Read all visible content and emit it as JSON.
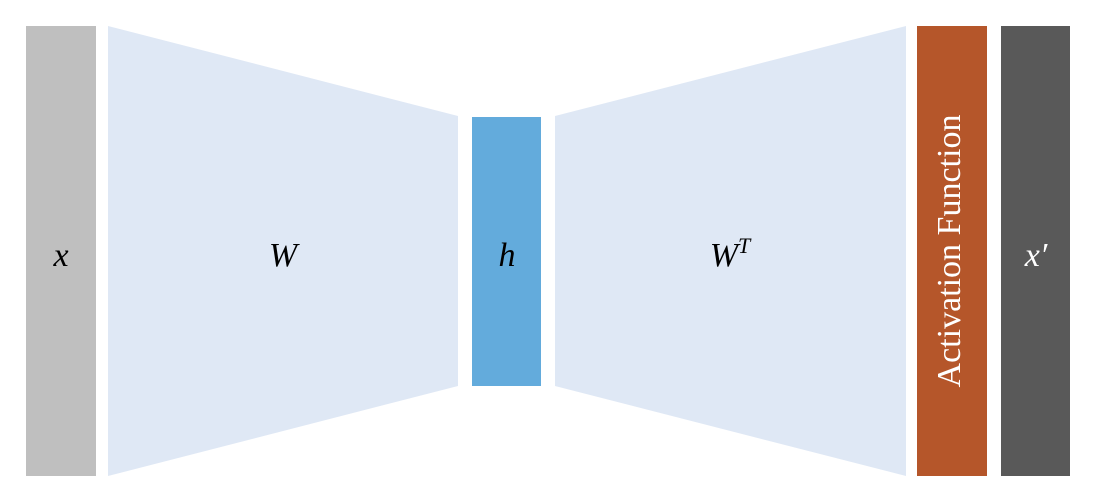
{
  "diagram": {
    "input": {
      "label": "x",
      "color": "#bfbfbf"
    },
    "encoder": {
      "label": "W",
      "color": "#dfe8f5"
    },
    "hidden": {
      "label": "h",
      "color": "#63abdc"
    },
    "decoder": {
      "label": "W",
      "superscript": "T",
      "color": "#dfe8f5"
    },
    "activation": {
      "label": "Activation Function",
      "color": "#b5562a"
    },
    "output": {
      "label": "x′",
      "color": "#595959"
    }
  }
}
